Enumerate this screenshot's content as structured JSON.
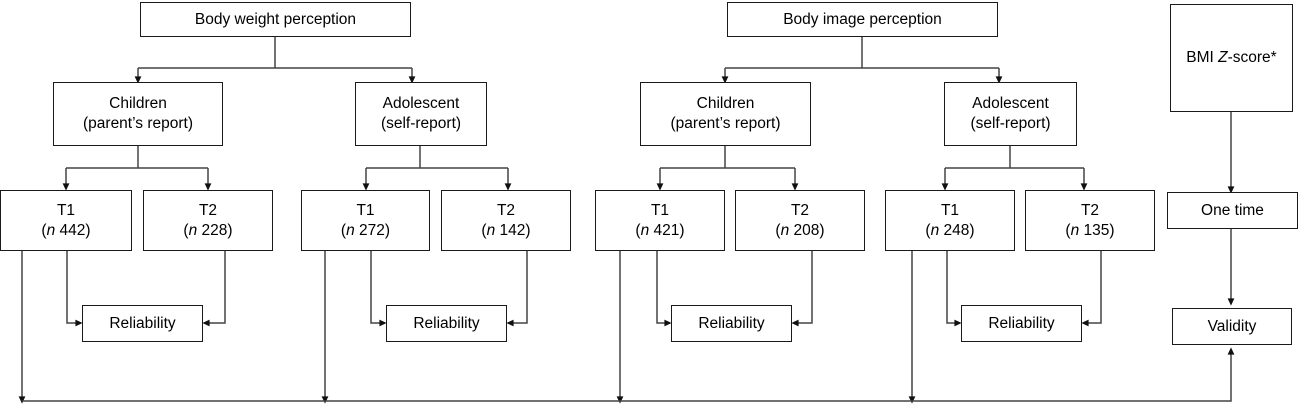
{
  "diagram": {
    "title_implicit": "Study design flowchart",
    "background": "#ffffff",
    "line_color": "#333333",
    "box_border_color": "#1a1a1a"
  },
  "columns": [
    {
      "id": "body-weight-perception",
      "header": "Body weight perception",
      "branches": [
        {
          "id": "children-parent-report-weight",
          "line1": "Children",
          "line2": "(parent’s report)",
          "timepoints": [
            {
              "id": "t1",
              "label": "T1",
              "n_prefix": "(",
              "n_italic": "n",
              "n_value": " 442)",
              "n_text": "(n 442)"
            },
            {
              "id": "t2",
              "label": "T2",
              "n_prefix": "(",
              "n_italic": "n",
              "n_value": " 228)",
              "n_text": "(n 228)"
            }
          ],
          "outcome": "Reliability"
        },
        {
          "id": "adolescent-self-report-weight",
          "line1": "Adolescent",
          "line2": "(self-report)",
          "timepoints": [
            {
              "id": "t1",
              "label": "T1",
              "n_prefix": "(",
              "n_italic": "n",
              "n_value": " 272)",
              "n_text": "(n 272)"
            },
            {
              "id": "t2",
              "label": "T2",
              "n_prefix": "(",
              "n_italic": "n",
              "n_value": " 142)",
              "n_text": "(n 142)"
            }
          ],
          "outcome": "Reliability"
        }
      ]
    },
    {
      "id": "body-image-perception",
      "header": "Body image perception",
      "branches": [
        {
          "id": "children-parent-report-image",
          "line1": "Children",
          "line2": "(parent’s report)",
          "timepoints": [
            {
              "id": "t1",
              "label": "T1",
              "n_prefix": "(",
              "n_italic": "n",
              "n_value": " 421)",
              "n_text": "(n 421)"
            },
            {
              "id": "t2",
              "label": "T2",
              "n_prefix": "(",
              "n_italic": "n",
              "n_value": " 208)",
              "n_text": "(n 208)"
            }
          ],
          "outcome": "Reliability"
        },
        {
          "id": "adolescent-self-report-image",
          "line1": "Adolescent",
          "line2": "(self-report)",
          "timepoints": [
            {
              "id": "t1",
              "label": "T1",
              "n_prefix": "(",
              "n_italic": "n",
              "n_value": " 248)",
              "n_text": "(n 248)"
            },
            {
              "id": "t2",
              "label": "T2",
              "n_prefix": "(",
              "n_italic": "n",
              "n_value": " 135)",
              "n_text": "(n 135)"
            }
          ],
          "outcome": "Reliability"
        }
      ]
    }
  ],
  "reference": {
    "id": "bmi-z-score",
    "header_prefix": "BMI ",
    "header_italic": "Z",
    "header_suffix": "-score*",
    "header_text": "BMI Z-score*",
    "timing": "One time",
    "outcome": "Validity"
  }
}
